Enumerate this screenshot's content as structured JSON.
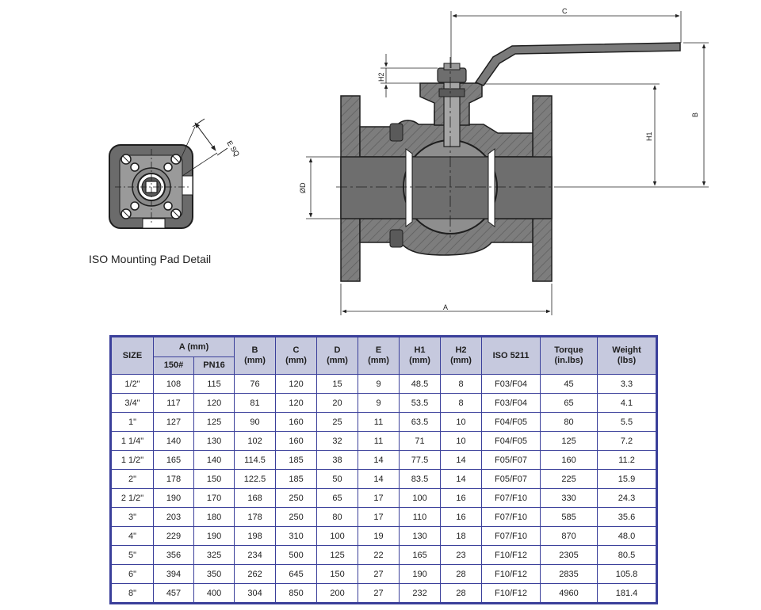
{
  "caption": "ISO Mounting Pad Detail",
  "dimension_labels": {
    "c": "C",
    "b": "B",
    "h1": "H1",
    "h2": "H2",
    "a": "A",
    "d": "ØD",
    "e_sq": "E SQ"
  },
  "table": {
    "size": "SIZE",
    "a_group": "A (mm)",
    "a_150": "150#",
    "a_pn16": "PN16",
    "b": "B",
    "c": "C",
    "d": "D",
    "e": "E",
    "h1": "H1",
    "h2": "H2",
    "mm": "(mm)",
    "iso": "ISO 5211",
    "torque": "Torque",
    "torque_unit": "(in.lbs)",
    "weight": "Weight",
    "weight_unit": "(lbs)",
    "rows": [
      [
        "1/2\"",
        "108",
        "115",
        "76",
        "120",
        "15",
        "9",
        "48.5",
        "8",
        "F03/F04",
        "45",
        "3.3"
      ],
      [
        "3/4\"",
        "117",
        "120",
        "81",
        "120",
        "20",
        "9",
        "53.5",
        "8",
        "F03/F04",
        "65",
        "4.1"
      ],
      [
        "1\"",
        "127",
        "125",
        "90",
        "160",
        "25",
        "11",
        "63.5",
        "10",
        "F04/F05",
        "80",
        "5.5"
      ],
      [
        "1 1/4\"",
        "140",
        "130",
        "102",
        "160",
        "32",
        "11",
        "71",
        "10",
        "F04/F05",
        "125",
        "7.2"
      ],
      [
        "1 1/2\"",
        "165",
        "140",
        "114.5",
        "185",
        "38",
        "14",
        "77.5",
        "14",
        "F05/F07",
        "160",
        "11.2"
      ],
      [
        "2\"",
        "178",
        "150",
        "122.5",
        "185",
        "50",
        "14",
        "83.5",
        "14",
        "F05/F07",
        "225",
        "15.9"
      ],
      [
        "2 1/2\"",
        "190",
        "170",
        "168",
        "250",
        "65",
        "17",
        "100",
        "16",
        "F07/F10",
        "330",
        "24.3"
      ],
      [
        "3\"",
        "203",
        "180",
        "178",
        "250",
        "80",
        "17",
        "110",
        "16",
        "F07/F10",
        "585",
        "35.6"
      ],
      [
        "4\"",
        "229",
        "190",
        "198",
        "310",
        "100",
        "19",
        "130",
        "18",
        "F07/F10",
        "870",
        "48.0"
      ],
      [
        "5\"",
        "356",
        "325",
        "234",
        "500",
        "125",
        "22",
        "165",
        "23",
        "F10/F12",
        "2305",
        "80.5"
      ],
      [
        "6\"",
        "394",
        "350",
        "262",
        "645",
        "150",
        "27",
        "190",
        "28",
        "F10/F12",
        "2835",
        "105.8"
      ],
      [
        "8\"",
        "457",
        "400",
        "304",
        "850",
        "200",
        "27",
        "232",
        "28",
        "F10/F12",
        "4960",
        "181.4"
      ]
    ]
  }
}
